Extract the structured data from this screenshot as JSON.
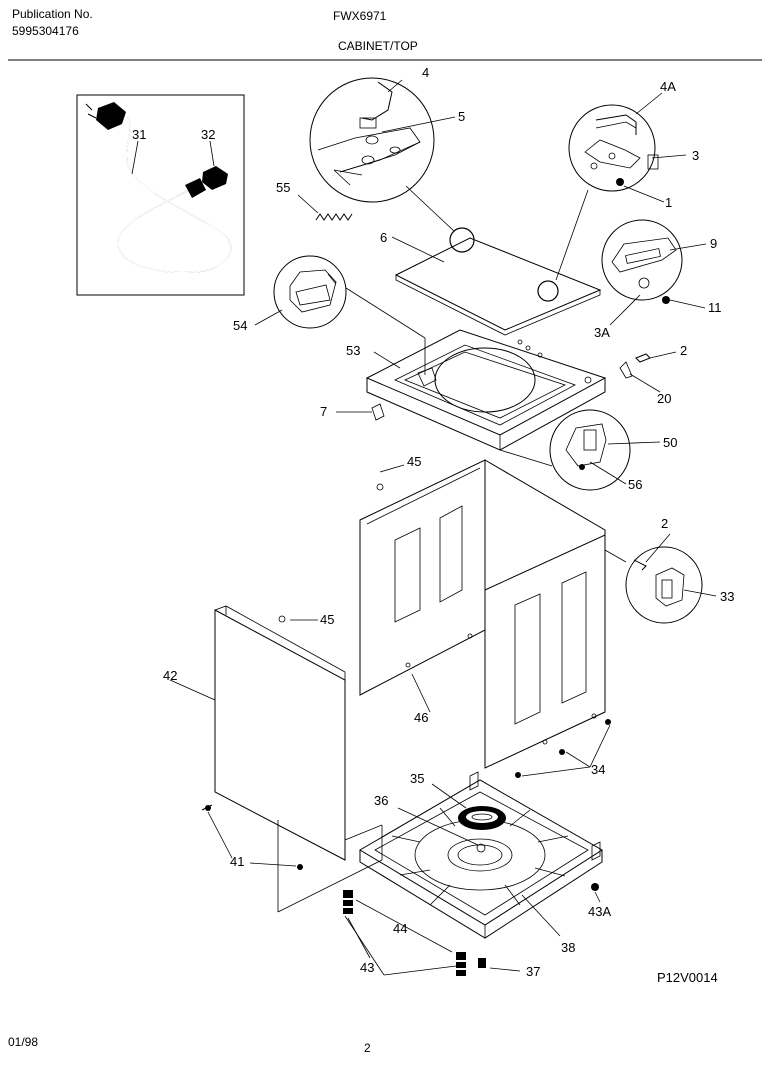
{
  "header": {
    "pub_label": "Publication No.",
    "pub_number": "5995304176",
    "model": "FWX6971",
    "section": "CABINET/TOP"
  },
  "footer": {
    "date": "01/98",
    "page": "2",
    "drawing_code": "P12V0014"
  },
  "callouts": {
    "c4": "4",
    "c5": "5",
    "c4a": "4A",
    "c3": "3",
    "c1": "1",
    "c31": "31",
    "c32": "32",
    "c55": "55",
    "c6": "6",
    "c9": "9",
    "c11": "11",
    "c3a": "3A",
    "c54": "54",
    "c53": "53",
    "c2a": "2",
    "c20": "20",
    "c7": "7",
    "c50": "50",
    "c56": "56",
    "c45a": "45",
    "c2b": "2",
    "c33": "33",
    "c45b": "45",
    "c42": "42",
    "c46": "46",
    "c34": "34",
    "c35": "35",
    "c36": "36",
    "c41": "41",
    "c43a": "43A",
    "c44": "44",
    "c38": "38",
    "c43": "43",
    "c37": "37"
  }
}
